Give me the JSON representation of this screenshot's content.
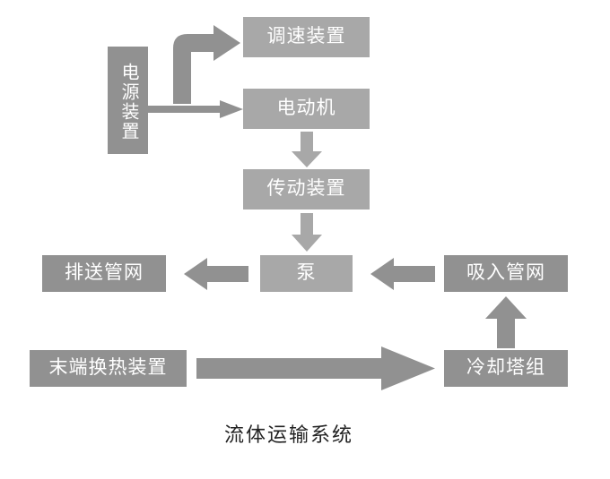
{
  "diagram": {
    "caption": "流体运输系统",
    "colors": {
      "node_dark": "#919191",
      "node_light": "#a8a8a8",
      "arrow": "#919191",
      "arrow_light": "#a8a8a8",
      "node_text": "#ffffff",
      "caption_text": "#222222",
      "background": "#ffffff"
    },
    "nodes": [
      {
        "id": "power-supply",
        "label": "电源装置",
        "orientation": "vertical",
        "shade": "dark"
      },
      {
        "id": "speed-regulator",
        "label": "调速装置",
        "orientation": "horizontal",
        "shade": "light"
      },
      {
        "id": "motor",
        "label": "电动机",
        "orientation": "horizontal",
        "shade": "light"
      },
      {
        "id": "transmission",
        "label": "传动装置",
        "orientation": "horizontal",
        "shade": "light"
      },
      {
        "id": "discharge-network",
        "label": "排送管网",
        "orientation": "horizontal",
        "shade": "dark"
      },
      {
        "id": "pump",
        "label": "泵",
        "orientation": "horizontal",
        "shade": "light"
      },
      {
        "id": "suction-network",
        "label": "吸入管网",
        "orientation": "horizontal",
        "shade": "dark"
      },
      {
        "id": "terminal-heat-exchanger",
        "label": "末端换热装置",
        "orientation": "horizontal",
        "shade": "dark"
      },
      {
        "id": "cooling-tower",
        "label": "冷却塔组",
        "orientation": "horizontal",
        "shade": "dark"
      }
    ],
    "arrows": [
      {
        "id": "power-to-speed-regulator",
        "kind": "elbow-up-right",
        "from": "power-supply",
        "to": "speed-regulator"
      },
      {
        "id": "power-to-motor",
        "kind": "right-thin",
        "from": "power-supply",
        "to": "motor"
      },
      {
        "id": "motor-to-transmission",
        "kind": "down",
        "from": "motor",
        "to": "transmission"
      },
      {
        "id": "transmission-to-pump",
        "kind": "down",
        "from": "transmission",
        "to": "pump"
      },
      {
        "id": "pump-to-discharge",
        "kind": "left",
        "from": "pump",
        "to": "discharge-network"
      },
      {
        "id": "suction-to-pump",
        "kind": "left",
        "from": "suction-network",
        "to": "pump"
      },
      {
        "id": "cooling-tower-to-suction",
        "kind": "up",
        "from": "cooling-tower",
        "to": "suction-network"
      },
      {
        "id": "terminal-to-cooling-tower",
        "kind": "right-long",
        "from": "terminal-heat-exchanger",
        "to": "cooling-tower"
      }
    ]
  }
}
